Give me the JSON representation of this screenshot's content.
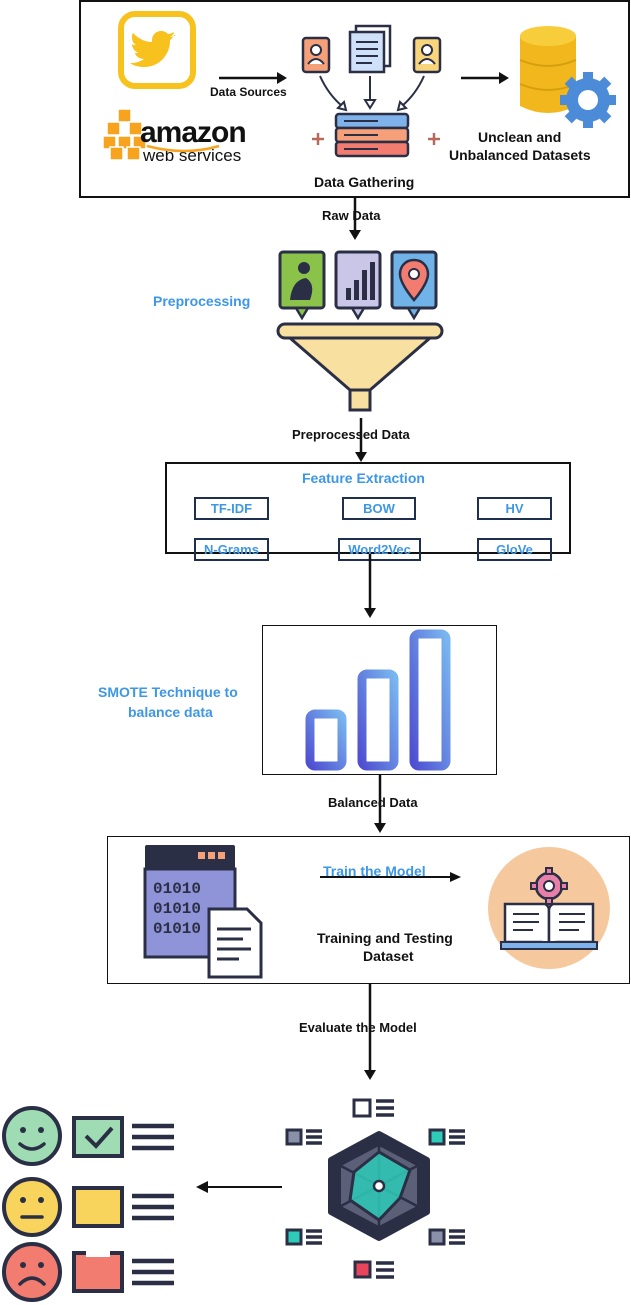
{
  "stage1": {
    "twitter_logo": "twitter-logo",
    "amazon_text": "amazon",
    "aws_text": "web services",
    "data_sources": "Data Sources",
    "data_gathering": "Data Gathering",
    "unclean_line1": "Unclean and",
    "unclean_line2": "Unbalanced Datasets"
  },
  "raw_data": "Raw Data",
  "preprocessing": "Preprocessing",
  "preprocessed_data": "Preprocessed Data",
  "feature_extraction": {
    "title": "Feature Extraction",
    "methods": [
      "TF-IDF",
      "BOW",
      "HV",
      "N-Grams",
      "Word2Vec",
      "GloVe"
    ]
  },
  "smote": {
    "line1": "SMOTE Technique to",
    "line2": "balance data"
  },
  "balanced_data": "Balanced Data",
  "train": {
    "title": "Train the Model",
    "line1": "Training and Testing",
    "line2": "Dataset"
  },
  "evaluate": "Evaluate the Model",
  "colors": {
    "accent_blue": "#3d97e6",
    "outline": "#111111",
    "funnel": "#f8e1a0",
    "happy": "#9fdcb3",
    "neutral": "#f8d45c",
    "sad": "#f27c70"
  }
}
